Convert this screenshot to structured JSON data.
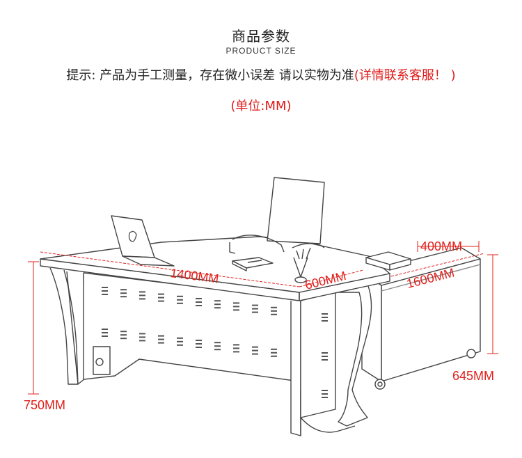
{
  "header": {
    "title": "商品参数",
    "subtitle": "PRODUCT SIZE"
  },
  "notice": {
    "main": "提示: 产品为手工测量，存在微小误差 请以实物为准",
    "contact": "(详情联系客服！ )"
  },
  "unit_note": "(单位:MM)",
  "dimensions": {
    "desk_width": "1400MM",
    "desk_depth": "600MM",
    "cabinet_depth": "400MM",
    "cabinet_length": "1600MM",
    "cabinet_height": "645MM",
    "desk_height": "750MM"
  },
  "colors": {
    "dimension": "#e0201c",
    "line_art": "#333333"
  }
}
